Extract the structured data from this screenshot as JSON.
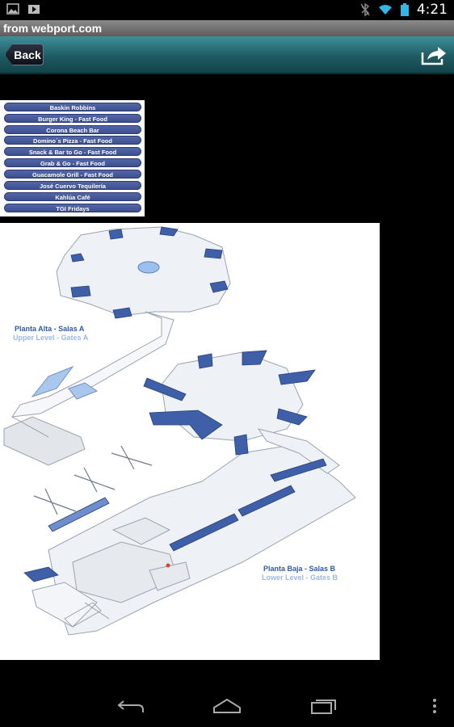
{
  "status_bar": {
    "time": "4:21"
  },
  "title_bar": {
    "text": "from webport.com"
  },
  "nav": {
    "back_label": "Back"
  },
  "restaurants": [
    "Baskin Robbins",
    "Burger King - Fast Food",
    "Corona Beach Bar",
    "Domino´s Pizza - Fast Food",
    "Snack & Bar to Go - Fast Food",
    "Grab & Go - Fast Food",
    "Guacamole Grill - Fast Food",
    "José Cuervo Tequilería",
    "Kahlúa Café",
    "TGI Fridays"
  ],
  "map": {
    "upper_es": "Planta Alta - Salas A",
    "upper_en": "Upper Level - Gates A",
    "lower_es": "Planta Baja - Salas B",
    "lower_en": "Lower Level - Gates B"
  },
  "colors": {
    "accent_blue": "#3f5fa8",
    "nav_teal": "#2b6f78"
  }
}
